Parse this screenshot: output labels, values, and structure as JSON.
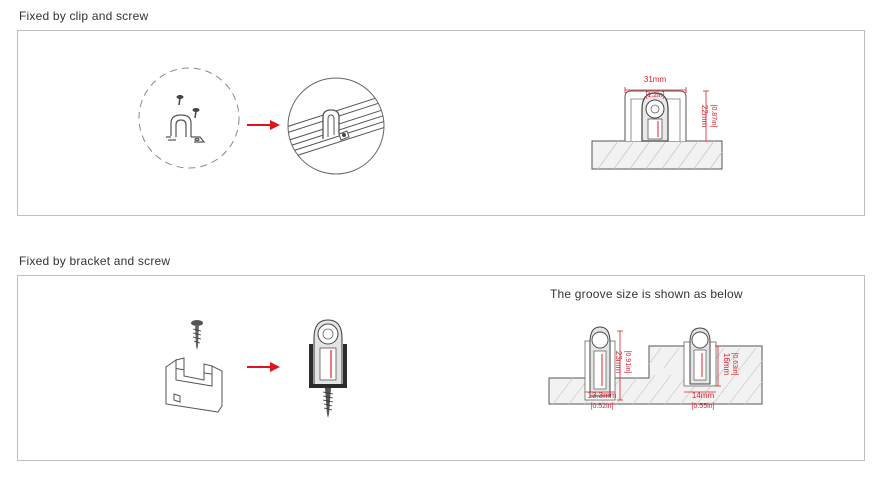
{
  "sections": [
    {
      "title": "Fixed by clip and screw",
      "dimensions": {
        "width_mm": "31mm",
        "width_in": "[1.2in]",
        "height_mm": "22mm",
        "height_in": "[0.87in]"
      }
    },
    {
      "title": "Fixed by bracket and screw",
      "caption": "The groove size is shown as below",
      "groove_left": {
        "height_mm": "23mm",
        "height_in": "[0.91in]",
        "width_mm": "13.3mm",
        "width_in": "[0.52in]"
      },
      "groove_right": {
        "height_mm": "16mm",
        "height_in": "[0.63in]",
        "width_mm": "14mm",
        "width_in": "[0.55in]"
      }
    }
  ],
  "colors": {
    "arrow": "#e0141e",
    "dimension": "#d9232e",
    "line": "#555555",
    "border": "#bfbfbf"
  },
  "icons": [
    "screw-icon",
    "clip-icon",
    "bracket-icon",
    "arrow-right-icon"
  ]
}
